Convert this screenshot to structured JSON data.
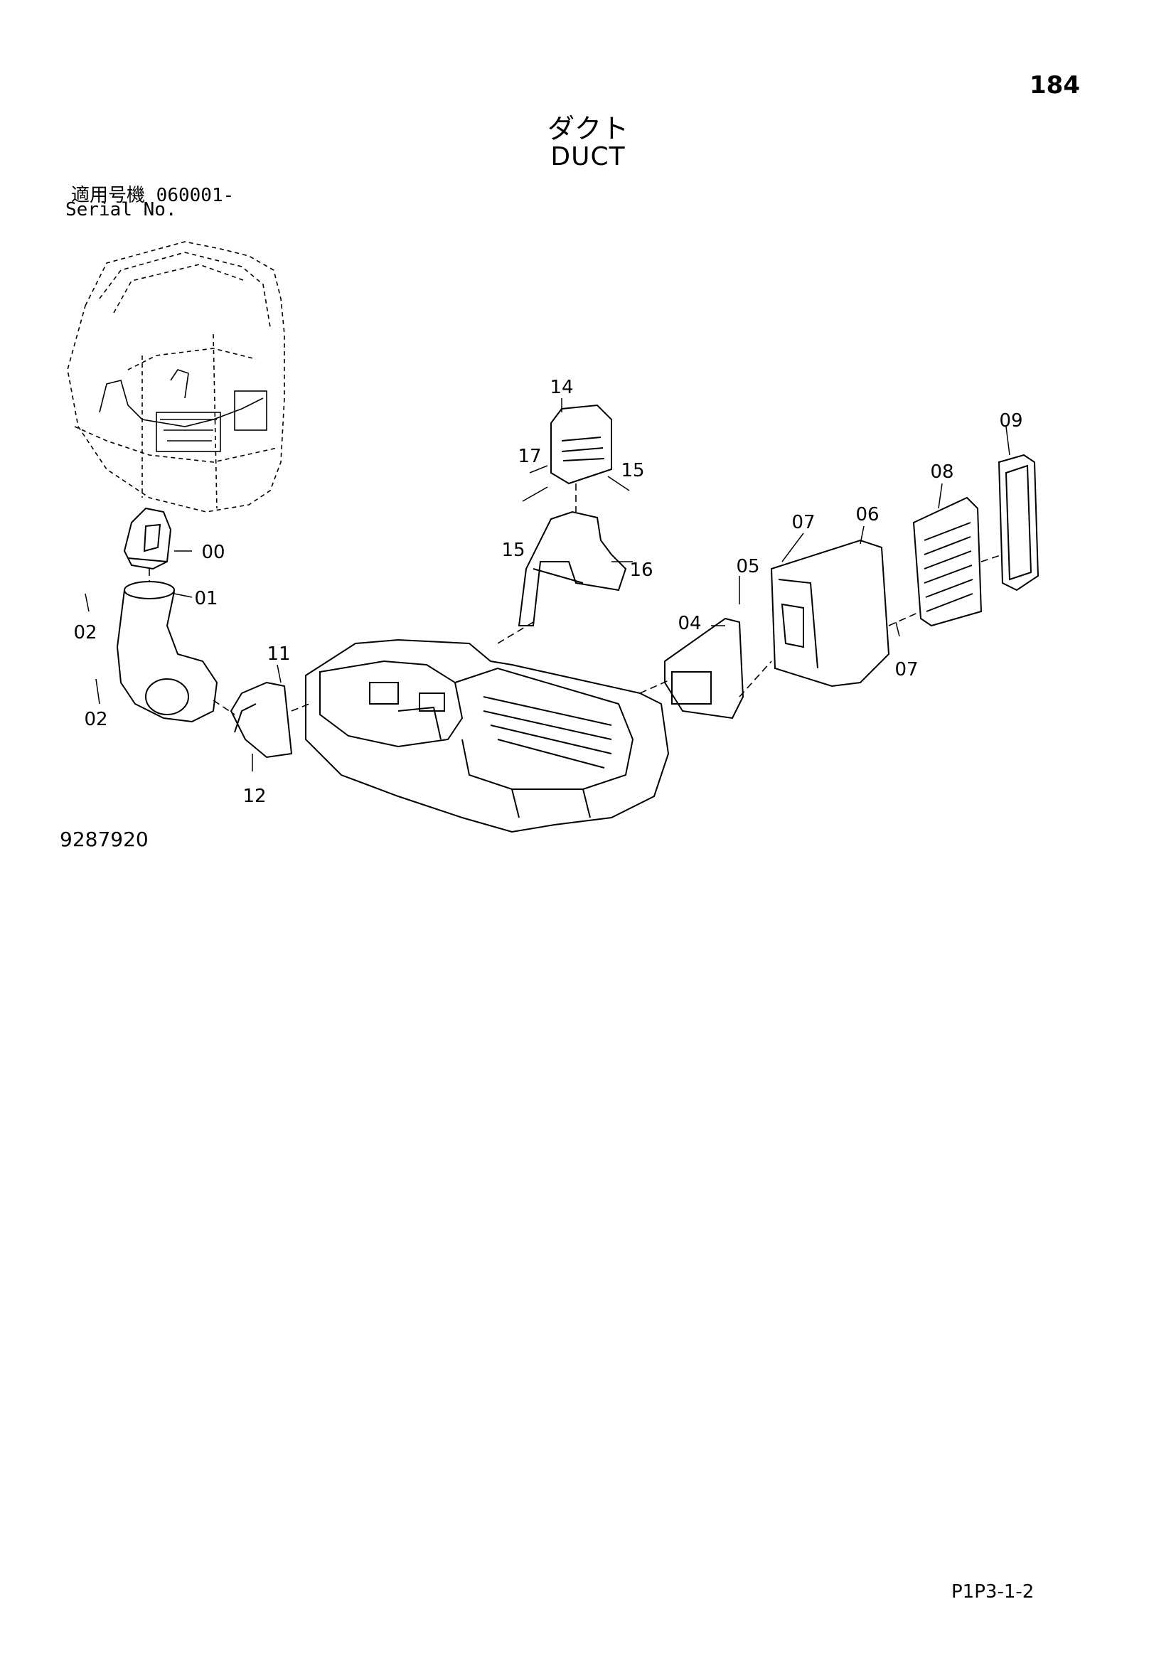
{
  "page": {
    "number": "184",
    "title_ja": "ダクト",
    "title_en": "DUCT",
    "serial_label_ja": "適用号機",
    "serial_value": "060001-",
    "serial_label_en": "Serial No.",
    "drawing_number": "9287920",
    "page_code": "P1P3-1-2"
  },
  "callouts": [
    "14",
    "17",
    "15",
    "15",
    "16",
    "09",
    "08",
    "07",
    "06",
    "05",
    "04",
    "07",
    "00",
    "01",
    "02",
    "02",
    "11",
    "12"
  ]
}
